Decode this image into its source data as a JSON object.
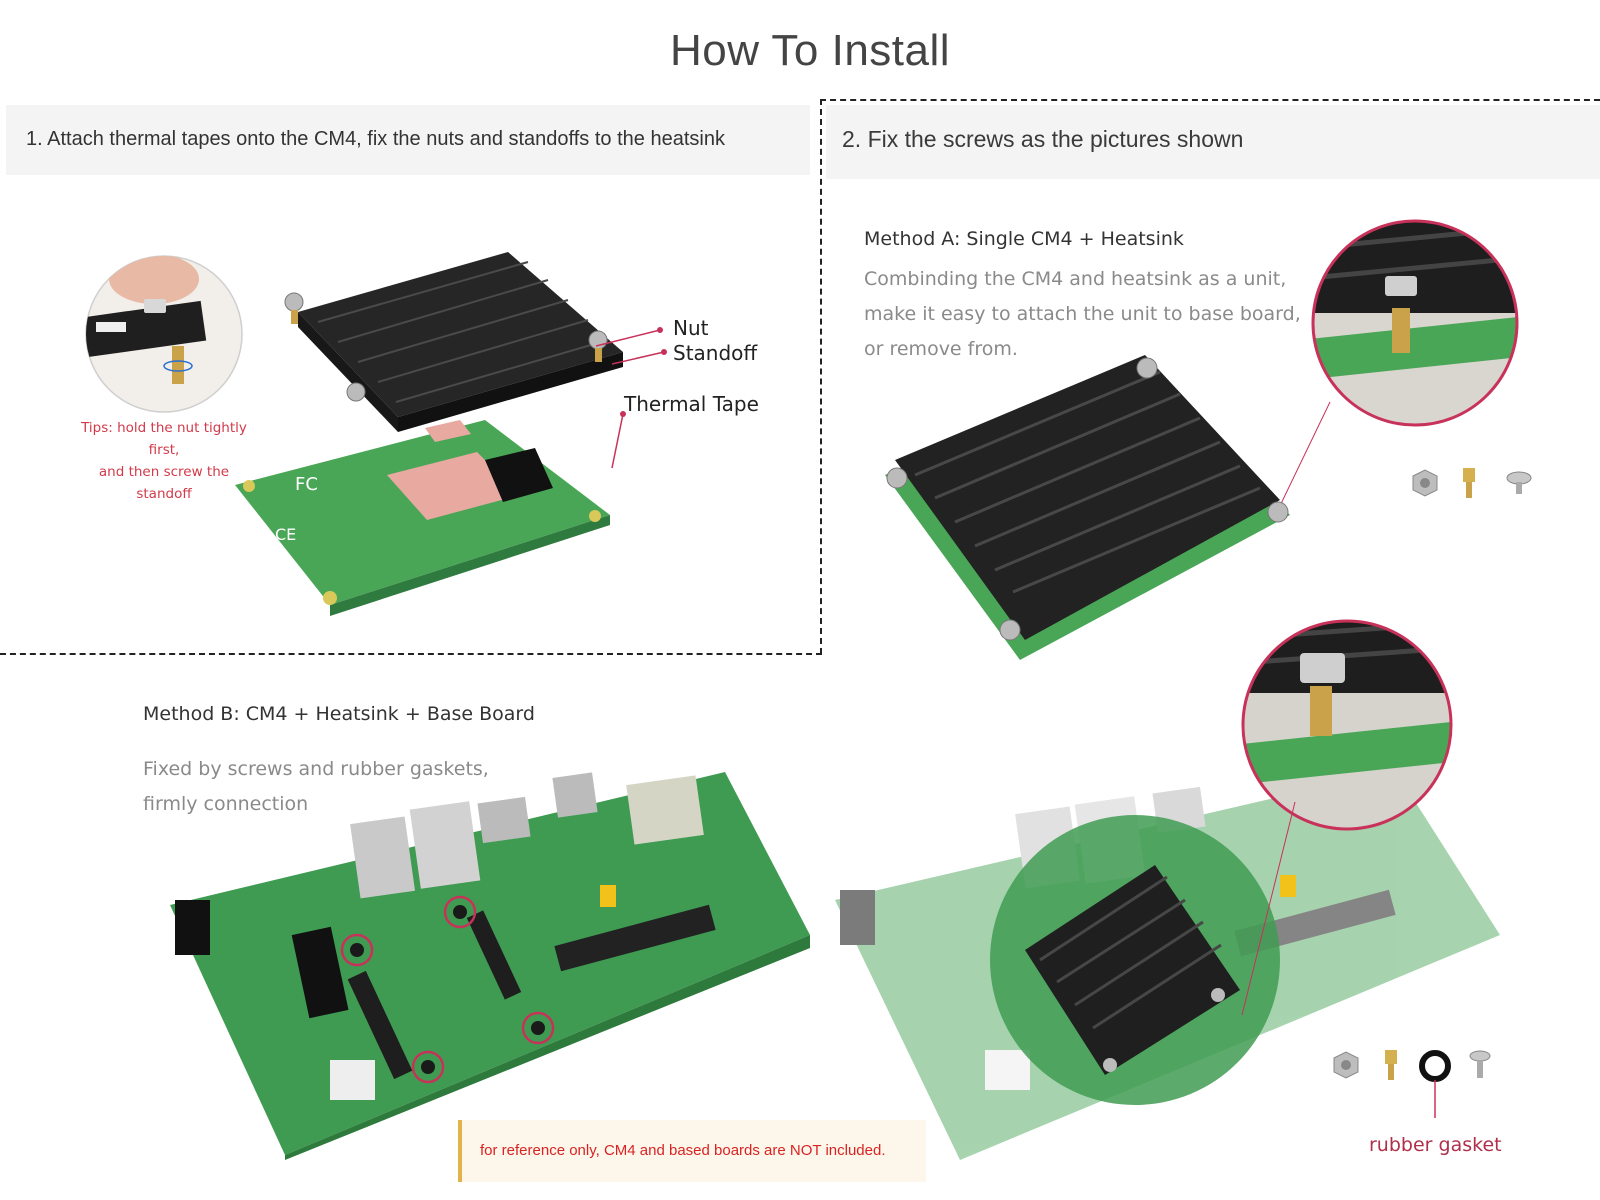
{
  "page": {
    "title": "How To Install"
  },
  "step1": {
    "text": "1. Attach thermal tapes onto the CM4, fix the nuts and standoffs to the heatsink",
    "labels": {
      "nut": "Nut",
      "standoff": "Standoff",
      "thermal_tape": "Thermal Tape"
    },
    "tips": [
      "Tips: hold the nut tightly first,",
      "and then screw the standoff"
    ]
  },
  "step2": {
    "text": "2. Fix the screws as the pictures shown"
  },
  "method_a": {
    "title": "Method A: Single CM4 + Heatsink",
    "desc": [
      "Combinding the CM4 and heatsink as a unit,",
      "make it easy to attach the unit to base board,",
      "or remove from."
    ]
  },
  "method_b": {
    "title": "Method B: CM4 + Heatsink + Base Board",
    "desc": [
      "Fixed by screws and rubber gaskets,",
      "firmly connection"
    ]
  },
  "note": "for reference only, CM4 and based boards are NOT included.",
  "gasket_label": "rubber gasket",
  "icons": {
    "heatsink": "heatsink-icon",
    "cm4": "cm4-board-icon",
    "baseboard": "base-board-icon",
    "zoom": "magnifier-inset-icon",
    "nut": "nut-icon",
    "standoff": "standoff-icon",
    "screw": "screw-icon",
    "gasket": "rubber-gasket-icon"
  },
  "colors": {
    "board": "#3f9b52",
    "heatsink": "#1c1c1c",
    "accent": "#c8325a",
    "note_border": "#e2b34a"
  }
}
